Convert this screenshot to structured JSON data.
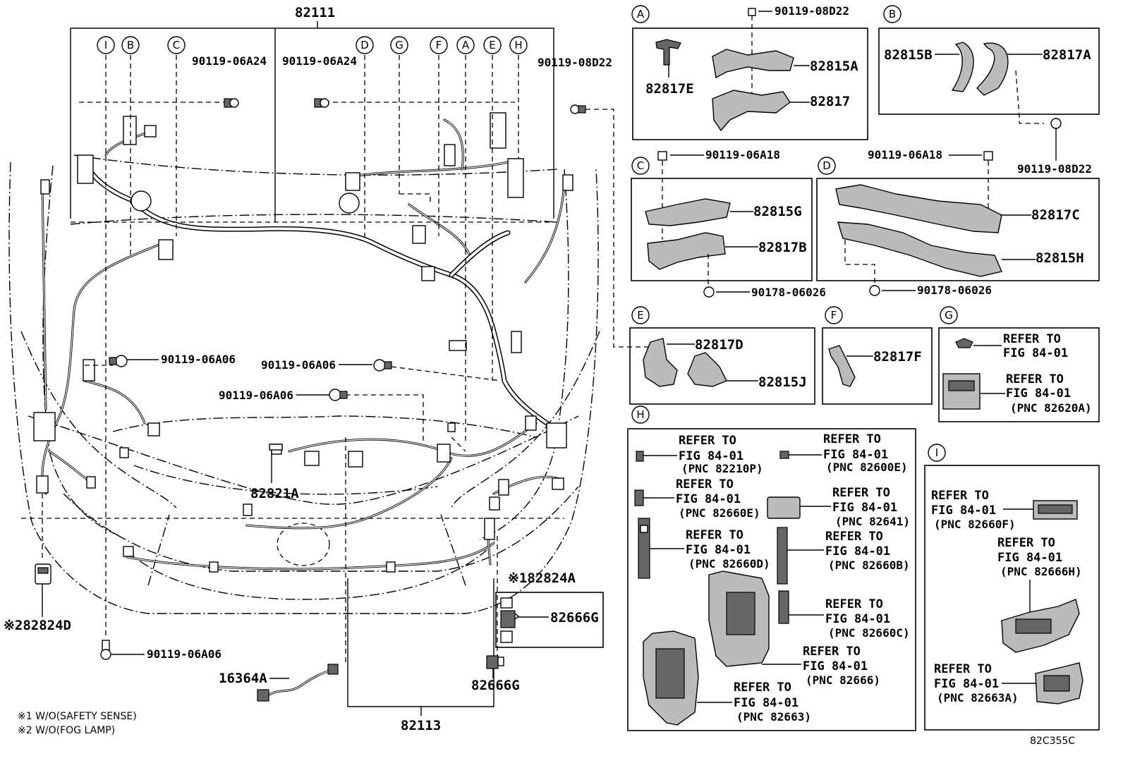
{
  "labels": {
    "main_harness": "82111",
    "front_harness": "82113",
    "bolt_a24_left": "90119-06A24",
    "bolt_a24_mid": "90119-06A24",
    "bolt_d22_main": "90119-08D22",
    "bolt_a06_1": "90119-06A06",
    "bolt_a06_2": "90119-06A06",
    "bolt_a06_3": "90119-06A06",
    "bolt_a06_4": "90119-06A06",
    "p82821A": "82821A",
    "p82824D": "※282824D",
    "p16364A": "16364A",
    "p82824A": "※182824A",
    "p82666G_box": "82666G",
    "p82666G_low": "82666G",
    "footnote1": "※1 W/O(SAFETY SENSE)",
    "footnote2": "※2 W/O(FOG LAMP)",
    "diagram_code": "82C355C"
  },
  "callouts": {
    "top_row": [
      "I",
      "B",
      "C",
      "D",
      "G",
      "F",
      "A",
      "E",
      "H"
    ]
  },
  "panels": {
    "A": {
      "id": "A",
      "bolt": "90119-08D22",
      "parts": [
        "82817E",
        "82815A",
        "82817"
      ]
    },
    "B": {
      "id": "B",
      "parts": [
        "82815B",
        "82817A"
      ],
      "bolt": "90119-08D22"
    },
    "C": {
      "id": "C",
      "bolt": "90119-06A18",
      "parts": [
        "82815G",
        "82817B"
      ],
      "nut": "90178-06026"
    },
    "D": {
      "id": "D",
      "bolt": "90119-06A18",
      "parts": [
        "82817C",
        "82815H"
      ],
      "nut": "90178-06026"
    },
    "E": {
      "id": "E",
      "parts": [
        "82817D",
        "82815J"
      ]
    },
    "F": {
      "id": "F",
      "parts": [
        "82817F"
      ]
    },
    "G": {
      "id": "G",
      "ref1": {
        "line1": "REFER TO",
        "line2": "FIG 84-01"
      },
      "ref2": {
        "line1": "REFER TO",
        "line2": "FIG 84-01",
        "line3": "(PNC 82620A)"
      }
    },
    "H": {
      "id": "H",
      "refs": [
        {
          "line1": "REFER TO",
          "line2": "FIG 84-01",
          "line3": "(PNC 82210P)"
        },
        {
          "line1": "REFER TO",
          "line2": "FIG 84-01",
          "line3": "(PNC 82600E)"
        },
        {
          "line1": "REFER TO",
          "line2": "FIG 84-01",
          "line3": "(PNC 82660E)"
        },
        {
          "line1": "REFER TO",
          "line2": "FIG 84-01",
          "line3": "(PNC 82641)"
        },
        {
          "line1": "REFER TO",
          "line2": "FIG 84-01",
          "line3": "(PNC 82660D)"
        },
        {
          "line1": "REFER TO",
          "line2": "FIG 84-01",
          "line3": "(PNC 82660B)"
        },
        {
          "line1": "REFER TO",
          "line2": "FIG 84-01",
          "line3": "(PNC 82660C)"
        },
        {
          "line1": "REFER TO",
          "line2": "FIG 84-01",
          "line3": "(PNC 82666)"
        },
        {
          "line1": "REFER TO",
          "line2": "FIG 84-01",
          "line3": "(PNC 82663)"
        }
      ]
    },
    "I": {
      "id": "I",
      "refs": [
        {
          "line1": "REFER TO",
          "line2": "FIG 84-01",
          "line3": "(PNC 82660F)"
        },
        {
          "line1": "REFER TO",
          "line2": "FIG 84-01",
          "line3": "(PNC 82666H)"
        },
        {
          "line1": "REFER TO",
          "line2": "FIG 84-01",
          "line3": "(PNC 82663A)"
        }
      ]
    }
  }
}
